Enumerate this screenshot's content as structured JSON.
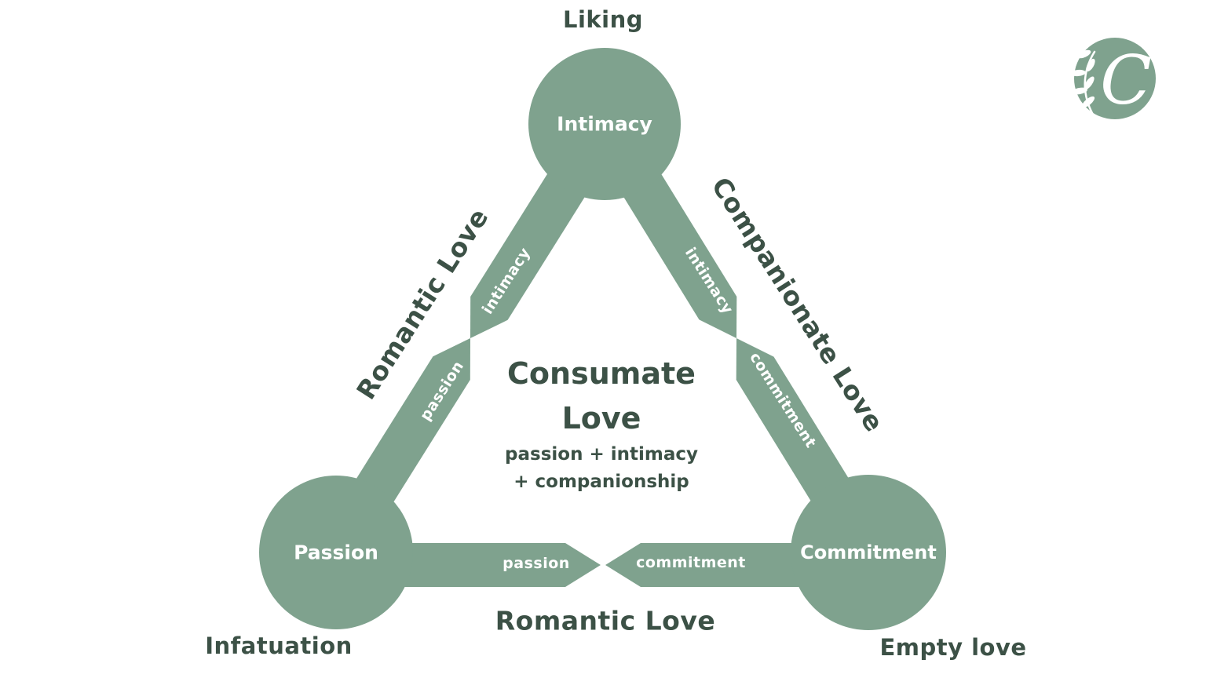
{
  "colors": {
    "green": "#7fa28e",
    "dark": "#3c5146",
    "white": "#ffffff"
  },
  "logo": {
    "letter": "C"
  },
  "nodes": {
    "intimacy": {
      "label": "Intimacy",
      "outer_label": "Liking"
    },
    "passion": {
      "label": "Passion",
      "outer_label": "Infatuation"
    },
    "commitment": {
      "label": "Commitment",
      "outer_label": "Empty love"
    }
  },
  "edges": {
    "left": {
      "title": "Romantic Love",
      "segments": [
        "intimacy",
        "passion"
      ]
    },
    "right": {
      "title": "Companionate Love",
      "segments": [
        "intimacy",
        "commitment"
      ]
    },
    "bottom": {
      "title": "Romantic Love",
      "segments": [
        "passion",
        "commitment"
      ]
    }
  },
  "center": {
    "title_line1": "Consumate",
    "title_line2": "Love",
    "subtitle_line1": "passion + intimacy",
    "subtitle_line2": "+ companionship"
  }
}
